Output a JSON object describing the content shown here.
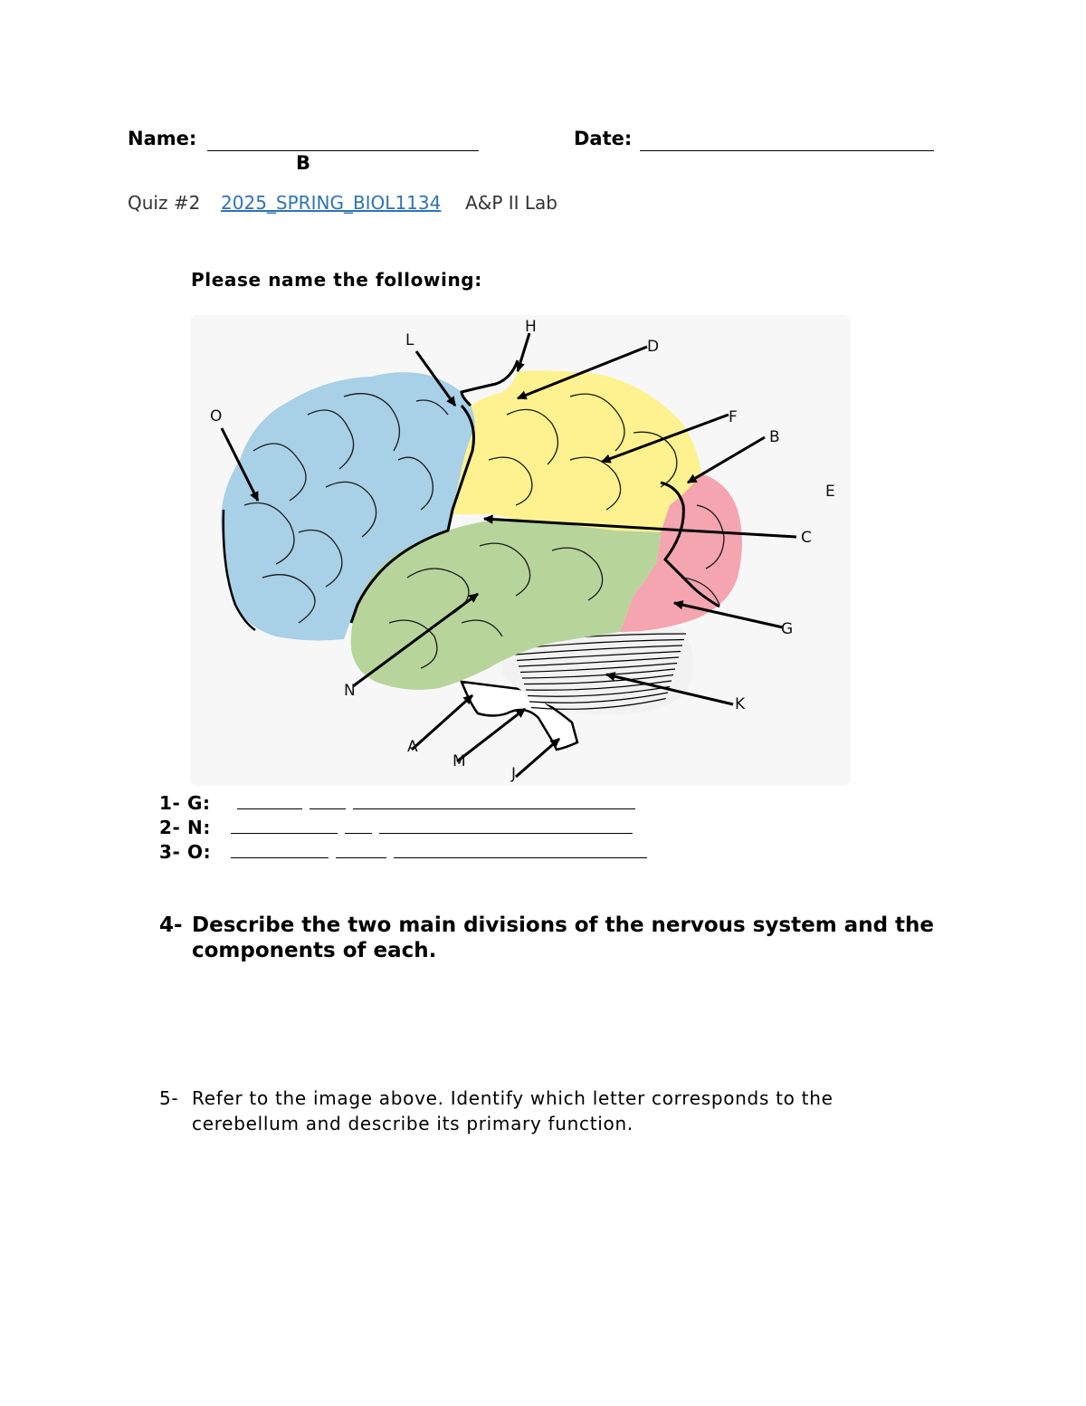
{
  "header": {
    "name_label": "Name:",
    "name_value": "B",
    "date_label": "Date:"
  },
  "course": {
    "quiz": "Quiz #2",
    "code": "2025_SPRING_BIOL1134",
    "lab": "A&P II Lab"
  },
  "instruction": "Please name the following:",
  "figure": {
    "labels": {
      "A": "A",
      "B": "B",
      "C": "C",
      "D": "D",
      "E": "E",
      "F": "F",
      "G": "G",
      "H": "H",
      "J": "J",
      "K": "K",
      "L": "L",
      "M": "M",
      "N": "N",
      "O": "O"
    },
    "colors": {
      "frontal": "#a8d0e6",
      "parietal": "#fdf28f",
      "temporal": "#b7d49b",
      "occipital": "#f4a5b0",
      "cerebellum": "#f2f2f2"
    }
  },
  "answers": [
    {
      "prefix": "1- G:"
    },
    {
      "prefix": "2- N:"
    },
    {
      "prefix": "3- O:"
    }
  ],
  "questions": {
    "q4_number": "4-",
    "q4_line1": "Describe the two main divisions of the nervous system and the",
    "q4_line2": "components of each.",
    "q5_number": "5-",
    "q5_line1": "Refer to the image above. Identify which letter corresponds to the",
    "q5_line2": "cerebellum and describe its primary function."
  }
}
